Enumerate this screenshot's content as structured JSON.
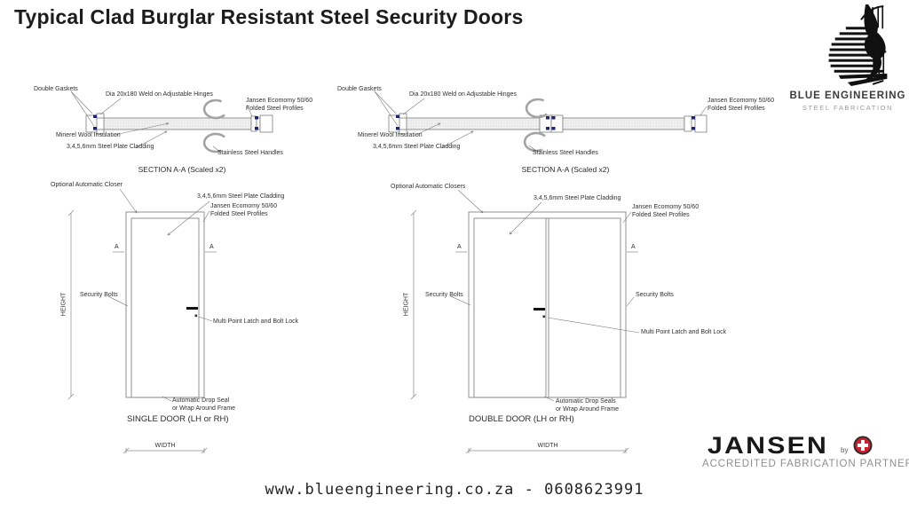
{
  "title": "Typical Clad Burglar Resistant Steel Security Doors",
  "section_single": {
    "double_gaskets": "Double Gaskets",
    "hinges": "Dia 20x180 Weld on Adjustable Hinges",
    "profiles_line1": "Jansen Ecomomy 50/60",
    "profiles_line2": "Folded Steel Profiles",
    "insulation": "Minerel Wool Insulation",
    "cladding": "3,4,5,6mm Steel Plate Cladding",
    "handles": "Stainless Steel Handles",
    "caption": "SECTION A-A (Scaled x2)"
  },
  "section_double": {
    "double_gaskets": "Double Gaskets",
    "hinges": "Dia 20x180 Weld on Adjustable Hinges",
    "profiles_line1": "Jansen Ecomomy 50/60",
    "profiles_line2": "Folded Steel Profiles",
    "insulation": "Minerel Wool Insulation",
    "cladding": "3,4,5,6mm Steel Plate Cladding",
    "handles": "Stainless Steel Handles",
    "caption": "SECTION A-A (Scaled x2)"
  },
  "elevation_single": {
    "closer": "Optional Automatic Closer",
    "cladding": "3,4,5,6mm Steel Plate Cladding",
    "profiles_line1": "Jansen Ecomomy 50/60",
    "profiles_line2": "Folded Steel Profiles",
    "security_bolts": "Security Bolts",
    "latch": "Multi Point Latch and Bolt Lock",
    "drop_seal_line1": "Automatic Drop Seal",
    "drop_seal_line2": "or Wrap Around Frame",
    "caption": "SINGLE DOOR  (LH or RH)",
    "height": "HEIGHT",
    "width": "WIDTH",
    "marker_a": "A"
  },
  "elevation_double": {
    "closer": "Optional Automatic Closers",
    "cladding": "3,4,5,6mm Steel Plate Cladding",
    "profiles_line1": "Jansen Ecomomy 50/60",
    "profiles_line2": "Folded Steel Profiles",
    "security_bolts_left": "Security Bolts",
    "security_bolts_right": "Security Bolts",
    "latch": "Multi Point Latch and Bolt Lock",
    "drop_seal_line1": "Automatic Drop Seals",
    "drop_seal_line2": "or Wrap Around Frame",
    "caption": "DOUBLE DOOR (LH or RH)",
    "height": "HEIGHT",
    "width": "WIDTH",
    "marker_a": "A"
  },
  "branding": {
    "blue_engineering": {
      "name": "BLUE ENGINEERING",
      "tagline": "STEEL FABRICATION"
    },
    "jansen": {
      "name": "JANSEN",
      "by": "by",
      "tagline": "ACCREDITED FABRICATION PARTNER"
    }
  },
  "footer": {
    "contact": "www.blueengineering.co.za - 0608623991"
  },
  "colors": {
    "gasket_blue": "#1a237e",
    "line_gray": "#7a7a7a",
    "jansen_red": "#cf1f2e"
  }
}
